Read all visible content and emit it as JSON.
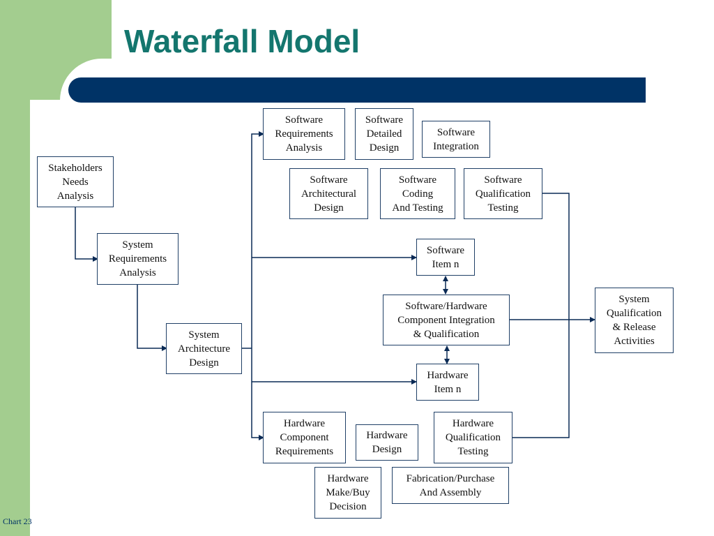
{
  "slide": {
    "title": "Waterfall Model",
    "footer": "Chart 23",
    "colors": {
      "accent_green": "#a3cd8f",
      "bar_blue": "#003366",
      "title_teal": "#14766e"
    }
  },
  "diagram": {
    "nodes": {
      "stakeholders": "Stakeholders\nNeeds\nAnalysis",
      "sys_req": "System\nRequirements\nAnalysis",
      "sys_arch": "System\nArchitecture\nDesign",
      "sw_req": "Software\nRequirements\nAnalysis",
      "sw_detail": "Software\nDetailed\nDesign",
      "sw_integ": "Software\nIntegration",
      "sw_arch": "Software\nArchitectural\nDesign",
      "sw_coding": "Software\nCoding\nAnd Testing",
      "sw_qual": "Software\nQualification\nTesting",
      "sw_item": "Software\nItem n",
      "swhw_integ": "Software/Hardware\nComponent Integration\n& Qualification",
      "hw_item": "Hardware\nItem n",
      "sys_qual": "System\nQualification\n& Release\nActivities",
      "hw_comp_req": "Hardware\nComponent\nRequirements",
      "hw_design": "Hardware\nDesign",
      "hw_qual": "Hardware\nQualification\nTesting",
      "hw_makebuy": "Hardware\nMake/Buy\nDecision",
      "fab": "Fabrication/Purchase\nAnd Assembly"
    }
  }
}
